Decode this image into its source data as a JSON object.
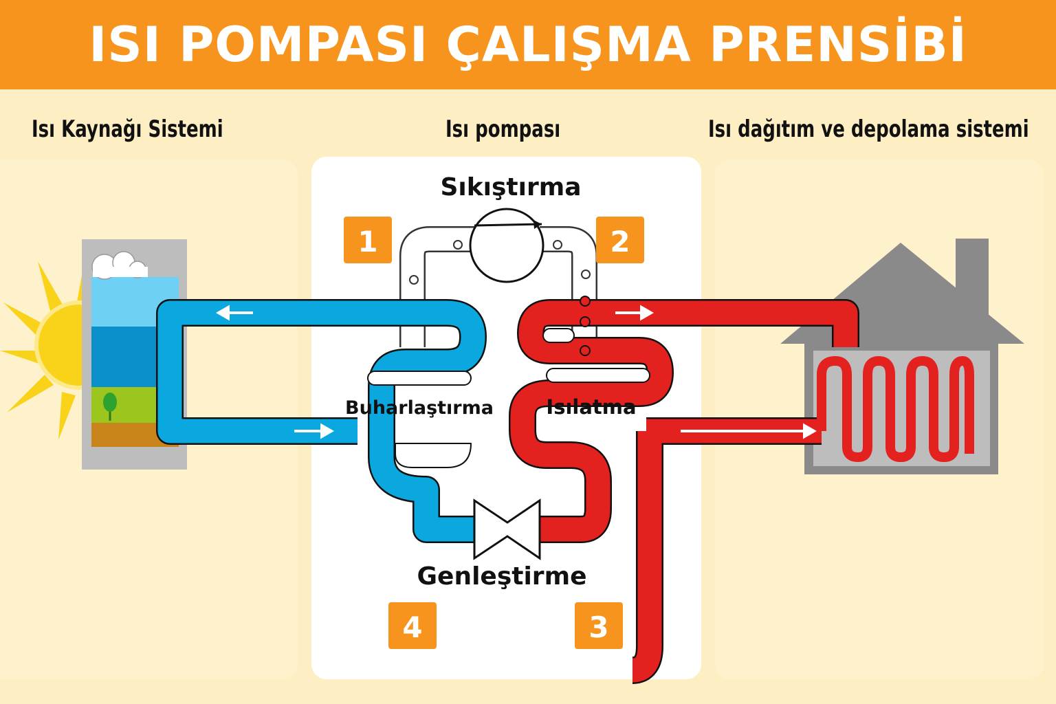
{
  "header": {
    "title": "ISI POMPASI ÇALIŞMA PRENSİBİ"
  },
  "sections": {
    "source": "Isı Kaynağı Sistemi",
    "pump": "Isı pompası",
    "distribution": "Isı dağıtım ve depolama sistemi"
  },
  "stages": {
    "compression": "Sıkıştırma",
    "evaporation": "Buharlaştırma",
    "condensation": "Isılatma",
    "expansion": "Genleştirme"
  },
  "badges": [
    "1",
    "2",
    "3",
    "4"
  ],
  "colors": {
    "header": "#F7941D",
    "cold_pipe": "#0BA8E0",
    "hot_pipe": "#E3221F",
    "badge": "#F7941D"
  }
}
